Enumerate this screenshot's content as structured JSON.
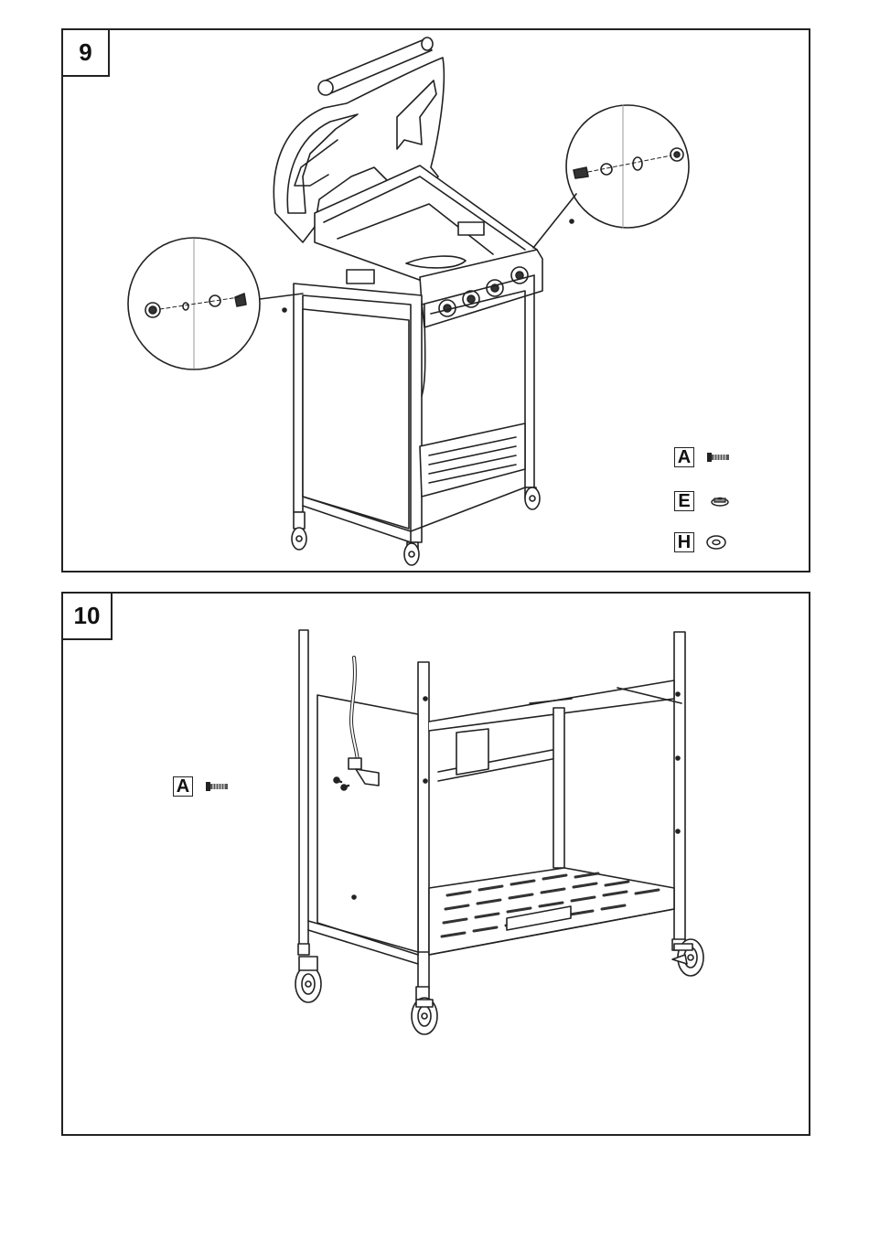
{
  "steps": [
    {
      "number": "9",
      "parts": [
        {
          "letter": "A",
          "icon": "bolt-icon"
        },
        {
          "letter": "E",
          "icon": "nut-icon"
        },
        {
          "letter": "H",
          "icon": "washer-icon"
        }
      ]
    },
    {
      "number": "10",
      "parts": [
        {
          "letter": "A",
          "icon": "bolt-icon"
        }
      ]
    }
  ]
}
